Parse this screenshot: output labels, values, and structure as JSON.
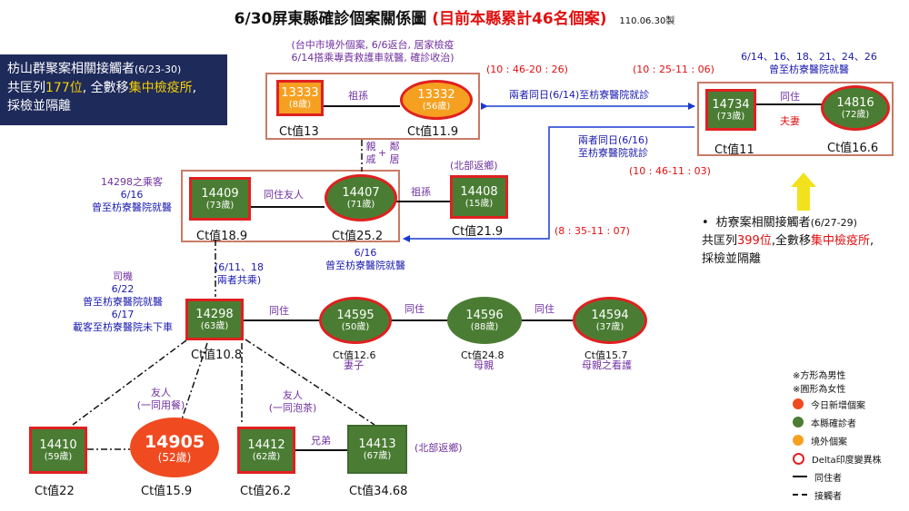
{
  "title": {
    "main": "6/30屏東縣確診個案關係圖",
    "highlight": "(目前本縣累計46名個案)",
    "date": "110.06.30製"
  },
  "notice": {
    "line1": "枋山群聚案相關接觸者",
    "line1_date": "(6/23-30)",
    "line2a": "共匡列",
    "line2_num": "177位",
    "line2b": ", 全數移",
    "line2_place": "集中檢疫所",
    "line2c": ",",
    "line3": "採檢並隔離"
  },
  "cases": {
    "c13333": {
      "id": "13333",
      "age": "(8歲)",
      "ct": "Ct值13"
    },
    "c13332": {
      "id": "13332",
      "age": "(56歲)",
      "ct": "Ct值11.9"
    },
    "c14734": {
      "id": "14734",
      "age": "(73歲)",
      "ct": "Ct值11"
    },
    "c14816": {
      "id": "14816",
      "age": "(72歲)",
      "ct": "Ct值16.6"
    },
    "c14409": {
      "id": "14409",
      "age": "(73歲)",
      "ct": "Ct值18.9"
    },
    "c14407": {
      "id": "14407",
      "age": "(71歲)",
      "ct": "Ct值25.2"
    },
    "c14408": {
      "id": "14408",
      "age": "(15歲)",
      "ct": "Ct值21.9"
    },
    "c14298": {
      "id": "14298",
      "age": "(63歲)",
      "ct": "Ct值10.8"
    },
    "c14595": {
      "id": "14595",
      "age": "(50歲)",
      "ct": "Ct值12.6",
      "role": "妻子"
    },
    "c14596": {
      "id": "14596",
      "age": "(88歲)",
      "ct": "Ct值24.8",
      "role": "母親"
    },
    "c14594": {
      "id": "14594",
      "age": "(37歲)",
      "ct": "Ct值15.7",
      "role": "母親之看護"
    },
    "c14410": {
      "id": "14410",
      "age": "(59歲)",
      "ct": "Ct值22"
    },
    "c14905": {
      "id": "14905",
      "age": "(52歲)",
      "ct": "Ct值15.9"
    },
    "c14412": {
      "id": "14412",
      "age": "(62歲)",
      "ct": "Ct值26.2"
    },
    "c14413": {
      "id": "14413",
      "age": "(67歲)",
      "ct": "Ct值34.68"
    }
  },
  "labels": {
    "top_note_1": "(台中市境外個案, 6/6返台, 居家檢疫",
    "top_note_2": "6/14搭乘專責救護車就醫, 確診收治)",
    "grandchild": "祖孫",
    "grandchild2": "祖孫",
    "relatives_1": "親",
    "relatives_2": "戚",
    "neighbors_1": "鄰",
    "neighbors_2": "居",
    "plus": "+",
    "cohab_friend": "同住友人",
    "north_return": "(北部返鄉)",
    "north_return2": "(北部返鄉)",
    "cohab": "同住",
    "couple": "夫妻",
    "cohab_a": "同住",
    "cohab_b": "同住",
    "friend_meal_1": "友人",
    "friend_meal_2": "(一同用餐)",
    "friend_tea_1": "友人",
    "friend_tea_2": "(一同泡茶)",
    "brothers": "兄弟",
    "passenger_1": "14298之乘客",
    "passenger_2": "6/16",
    "passenger_3": "曾至枋寮醫院就醫",
    "hosp_14407_1": "6/16",
    "hosp_14407_2": "曾至枋寮醫院就醫",
    "ride_1": "(6/11、18",
    "ride_2": "兩者共乘)",
    "driver_1": "司機",
    "driver_2": "6/22",
    "driver_3": "曾至枋寮醫院就醫",
    "driver_4": "6/17",
    "driver_5": "載客至枋寮醫院未下車",
    "same_day_614": "兩者同日(6/14)至枋寮醫院就診",
    "same_day_616_1": "兩者同日(6/16)",
    "same_day_616_2": "至枋寮醫院就診",
    "hosp_dates_1": "6/14、16、18、21、24、26",
    "hosp_dates_2": "曾至枋寮醫院就醫",
    "time_a": "(10 : 46-20 : 26)",
    "time_b": "(10 : 25-11 : 06)",
    "time_c": "(10 : 46-11 : 03)",
    "time_d": "(8 : 35-11 : 07)"
  },
  "right_note": {
    "line1": "枋寮案相關接觸者",
    "line1_date": "(6/27-29)",
    "line2a": "共匡列",
    "line2_num": "399位",
    "line2b": ",全數移",
    "line2_place": "集中檢疫所",
    "line2c": ",",
    "line3": "採檢並隔離"
  },
  "legend": {
    "note1": "※方形為男性",
    "note2": "※圓形為女性",
    "new_today": "今日新增個案",
    "local": "本縣確診者",
    "imported": "境外個案",
    "delta": "Delta印度變異株",
    "cohabitant": "同住者",
    "contact": "接觸者"
  },
  "colors": {
    "case_green": "#4a7d33",
    "new_red": "#f04a20",
    "imported_orange": "#f5a020",
    "delta_ring": "#e02020",
    "arrow_blue": "#1a3ad0",
    "navy": "#1e2a5a",
    "arrow_yellow": "#f2e21e"
  }
}
